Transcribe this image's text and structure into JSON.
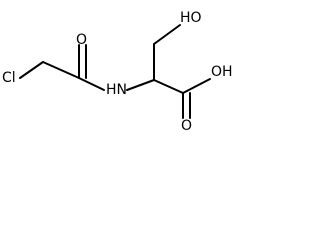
{
  "structure": {
    "atoms": {
      "chlorine": "Cl",
      "amide_nitrogen": "HN",
      "carbonyl_oxygen_left": "O",
      "hydroxyl_group": "HO",
      "carboxyl_oxygen_double": "O",
      "carboxyl_hydroxyl": "OH"
    },
    "colors": {
      "bonds": "#000000",
      "labels": "#000000",
      "background": "#ffffff"
    }
  }
}
